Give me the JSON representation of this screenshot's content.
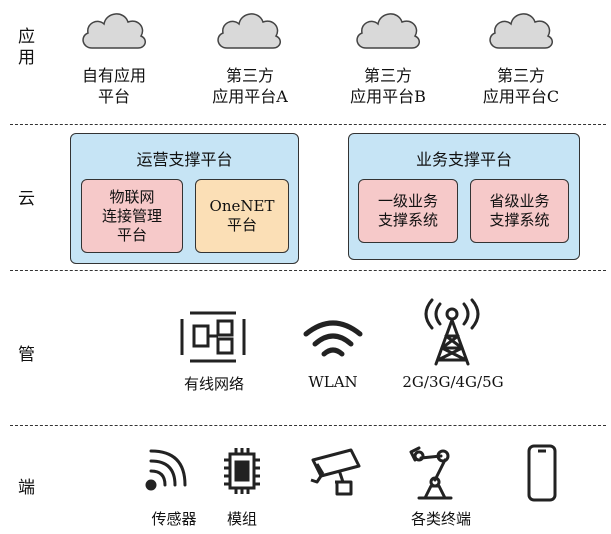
{
  "layers": {
    "app": "应\n用",
    "cloud": "云",
    "pipe": "管",
    "end": "端"
  },
  "apps": [
    {
      "line1": "自有应用",
      "line2": "平台"
    },
    {
      "line1": "第三方",
      "line2": "应用平台A"
    },
    {
      "line1": "第三方",
      "line2": "应用平台B"
    },
    {
      "line1": "第三方",
      "line2": "应用平台C"
    }
  ],
  "cloud": {
    "ops_platform": {
      "title": "运营支撑平台",
      "box1": "物联网\n连接管理\n平台",
      "box2": "OneNET\n平台"
    },
    "biz_platform": {
      "title": "业务支撑平台",
      "box1": "一级业务\n支撑系统",
      "box2": "省级业务\n支撑系统"
    }
  },
  "pipe": {
    "wired": "有线网络",
    "wlan": "WLAN",
    "cellular": "2G/3G/4G/5G"
  },
  "endpoints": {
    "sensor": "传感器",
    "module": "模组",
    "devices": "各类终端"
  },
  "colors": {
    "platform_fill": "#c6e4f5",
    "pink_fill": "#f6c9c9",
    "peach_fill": "#fbdfb6",
    "cloud_fill": "#d9d9d9"
  }
}
